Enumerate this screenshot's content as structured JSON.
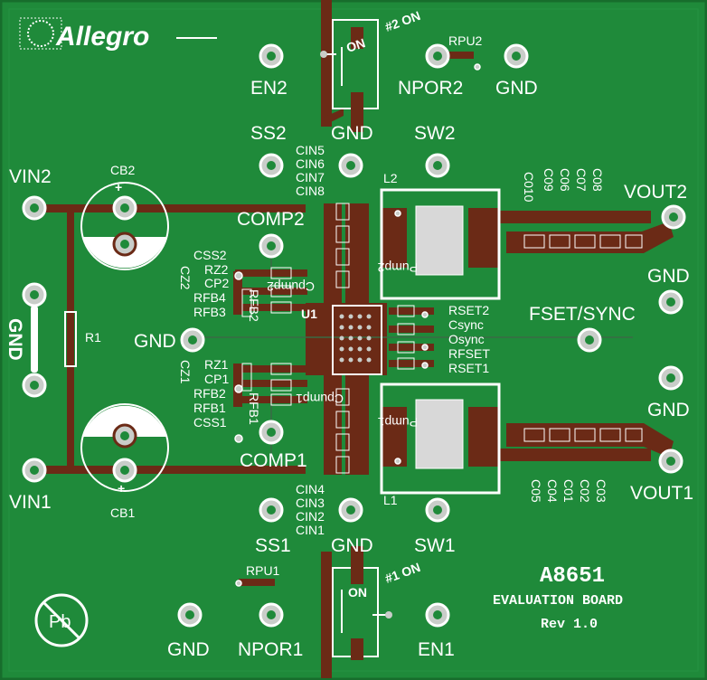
{
  "board": {
    "colors": {
      "pcb": "#1f8a3a",
      "pcb_edge": "#176d2c",
      "copper": "#6b2a16",
      "silk": "#ffffff",
      "pad": "#c9cdc9"
    },
    "logo": {
      "text": "Allegro"
    },
    "title": "A8651",
    "subtitle": "EVALUATION BOARD",
    "revision": "Rev 1.0",
    "pb_free_symbol": "Pb",
    "switches": {
      "sw2": {
        "label": "#2 ON",
        "state": "ON"
      },
      "sw1": {
        "label": "#1 ON",
        "state": "ON"
      }
    },
    "test_points": {
      "en2": "EN2",
      "npor2": "NPOR2",
      "gnd_top": "GND",
      "ss2": "SS2",
      "gnd_mid_top": "GND",
      "sw2": "SW2",
      "vin2": "VIN2",
      "comp2": "COMP2",
      "vout2": "VOUT2",
      "gnd_left_vert": "GND",
      "gnd_mid": "GND",
      "fset_sync": "FSET/SYNC",
      "gnd_right_top": "GND",
      "gnd_right_bottom": "GND",
      "vin1": "VIN1",
      "comp1": "COMP1",
      "vout1": "VOUT1",
      "ss1": "SS1",
      "gnd_mid_bottom": "GND",
      "sw1": "SW1",
      "gnd_bottom": "GND",
      "npor1": "NPOR1",
      "en1": "EN1"
    },
    "components": {
      "cb2": "CB2",
      "cb1": "CB1",
      "r1": "R1",
      "u1": "U1",
      "l2": "L2",
      "l1": "L1",
      "rpu2": "RPU2",
      "rpu1": "RPU1",
      "cin_top": [
        "CIN5",
        "CIN6",
        "CIN7",
        "CIN8"
      ],
      "cin_bottom": [
        "CIN4",
        "CIN3",
        "CIN2",
        "CIN1"
      ],
      "left_top": [
        "CSS2",
        "RZ2",
        "CP2",
        "RFB4",
        "RFB3"
      ],
      "left_bottom": [
        "RZ1",
        "CP1",
        "RFB2",
        "RFB1",
        "CSS1"
      ],
      "cz2": "CZ2",
      "cz1": "CZ1",
      "rfb2_side": "RFB2",
      "rfb1_side": "RFB1",
      "right_mid": [
        "RSET2",
        "Csync",
        "Osync",
        "RFSET",
        "RSET1"
      ],
      "cout_top": [
        "C010",
        "C09",
        "C06",
        "C07",
        "C08"
      ],
      "cout_bottom": [
        "C05",
        "C04",
        "C01",
        "C02",
        "C03"
      ],
      "pump2": "Pump2",
      "pump1": "Pump1",
      "cpump2": "Cpump2",
      "cpump1": "Cpump1"
    }
  }
}
